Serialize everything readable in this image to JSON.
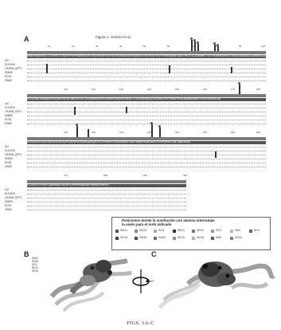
{
  "figure": {
    "title": "Figura 1. SGD23 et al.",
    "caption": "FIGS. 1A-C",
    "panels": [
      "A",
      "B",
      "C"
    ],
    "rotation_label": "90°"
  },
  "alignment": {
    "block1": {
      "ruler": [
        "10",
        "20",
        "30",
        "40",
        "50",
        "60",
        "70",
        "80",
        "90",
        "100"
      ],
      "sequences": [
        "SIZ",
        "SL10040",
        "LR3008_GFP1",
        "SN655",
        "RGS1",
        "SW55"
      ]
    },
    "block2": {
      "ruler": [
        "110",
        "120",
        "130",
        "140",
        "150",
        "160",
        "170",
        "180"
      ],
      "sequences": [
        "SIZ",
        "SL10040",
        "LR3008_GFP1",
        "SN655",
        "RGS1",
        "SW55"
      ]
    },
    "block3": {
      "ruler": [
        "190",
        "200",
        "210",
        "220",
        "230",
        "240",
        "250",
        "260"
      ],
      "sequences": [
        "SIZ",
        "SL10040",
        "LR3008_GFP1",
        "SN655",
        "RGS1",
        "SW55"
      ]
    },
    "block4": {
      "ruler": [
        "270",
        "280",
        "290",
        "300"
      ],
      "sequences": [
        "SIZ",
        "SL10040",
        "LR3008_GFP1",
        "SN655",
        "RGS1",
        "SW55"
      ]
    }
  },
  "legend": {
    "title": "Posiciones donde la sustitución con alanina interrumpe la unión para el mAb indicado",
    "items": [
      {
        "label": "SM11",
        "color": "#555555"
      },
      {
        "label": "SN19",
        "color": "#888888"
      },
      {
        "label": "SG3",
        "color": "#aaaaaa"
      },
      {
        "label": "SE10",
        "color": "#333333"
      },
      {
        "label": "SE16",
        "color": "#777777"
      },
      {
        "label": "SG2",
        "color": "#999999"
      },
      {
        "label": "SB4",
        "color": "#bbbbbb"
      },
      {
        "label": "SH1",
        "color": "#666666"
      },
      {
        "label": "SG18",
        "color": "#444444"
      },
      {
        "label": "SM18",
        "color": "#505050"
      },
      {
        "label": "SN23",
        "color": "#707070"
      },
      {
        "label": "SE23",
        "color": "#909090"
      },
      {
        "label": "SG16",
        "color": "#b0b0b0"
      },
      {
        "label": "SB6",
        "color": "#606060"
      },
      {
        "label": "SG24",
        "color": "#808080"
      }
    ]
  },
  "structure_legend": [
    "SM11",
    "SN19",
    "SG3",
    "SE10",
    "SE16"
  ]
}
